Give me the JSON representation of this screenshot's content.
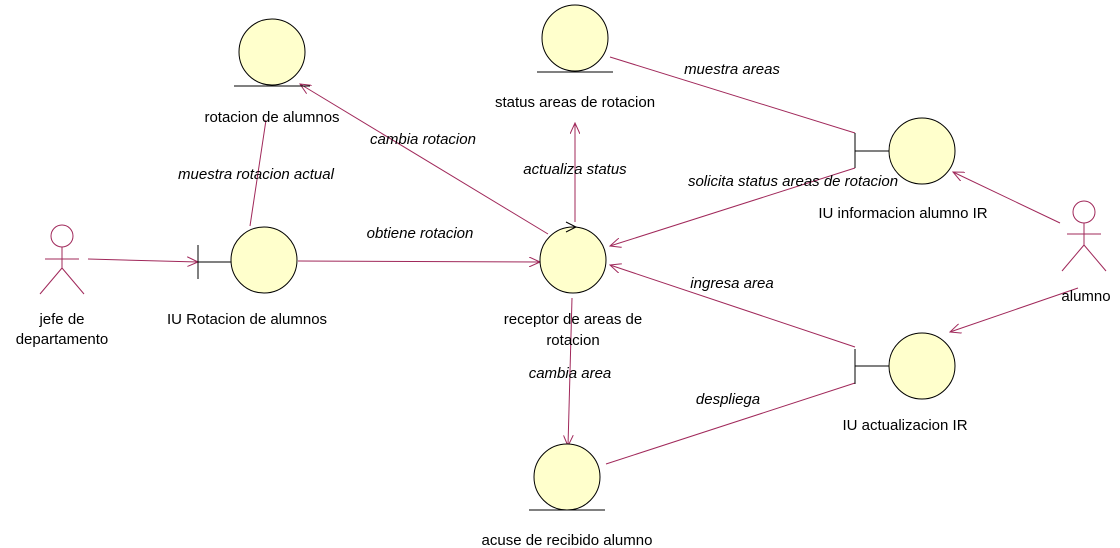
{
  "diagram": {
    "actors": {
      "jefe_line1": "jefe de",
      "jefe_line2": "departamento",
      "alumno": "alumno"
    },
    "objects": {
      "rotacion_alumnos": "rotacion de alumnos",
      "status_areas": "status areas de rotacion",
      "iu_informacion": "IU informacion alumno IR",
      "iu_rotacion": "IU Rotacion de alumnos",
      "receptor_line1": "receptor de areas de",
      "receptor_line2": "rotacion",
      "iu_actualizacion": "IU actualizacion IR",
      "acuse": "acuse de recibido alumno"
    },
    "messages": {
      "muestra_areas": "muestra areas",
      "cambia_rotacion": "cambia rotacion",
      "actualiza_status": "actualiza status",
      "muestra_rotacion_actual": "muestra rotacion actual",
      "solicita_status": "solicita status areas de rotacion",
      "obtiene_rotacion": "obtiene rotacion",
      "ingresa_area": "ingresa area",
      "cambia_area": "cambia area",
      "despliega": "despliega"
    }
  }
}
